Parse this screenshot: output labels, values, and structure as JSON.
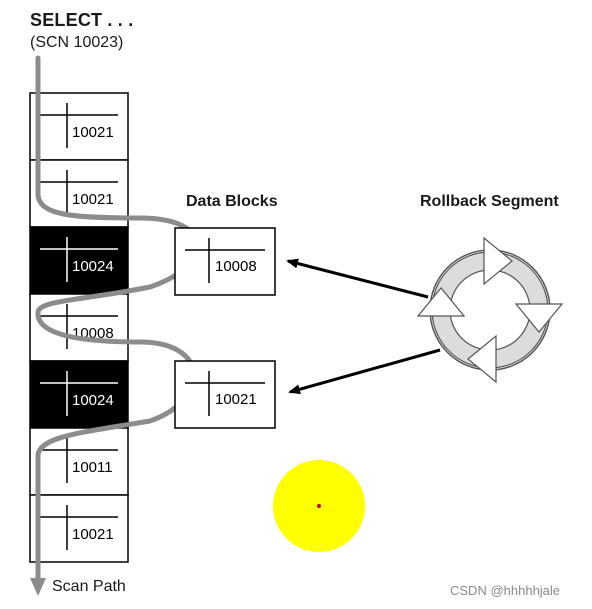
{
  "header": {
    "query": "SELECT . . .",
    "scn": "(SCN 10023)"
  },
  "column_blocks": [
    {
      "scn": "10021",
      "highlighted": false
    },
    {
      "scn": "10021",
      "highlighted": false
    },
    {
      "scn": "10024",
      "highlighted": true
    },
    {
      "scn": "10008",
      "highlighted": false
    },
    {
      "scn": "10024",
      "highlighted": true
    },
    {
      "scn": "10011",
      "highlighted": false
    },
    {
      "scn": "10021",
      "highlighted": false
    }
  ],
  "data_blocks": {
    "label": "Data Blocks",
    "items": [
      {
        "scn": "10008"
      },
      {
        "scn": "10021"
      }
    ]
  },
  "rollback": {
    "label": "Rollback Segment"
  },
  "scan_path": {
    "label": "Scan Path"
  },
  "watermark": "CSDN @hhhhhjale",
  "colors": {
    "highlight_block": "#000000",
    "scan_path": "#8c8c8c",
    "rollback_fill": "#dcdcdc",
    "cursor_marker": "#ffff00"
  }
}
